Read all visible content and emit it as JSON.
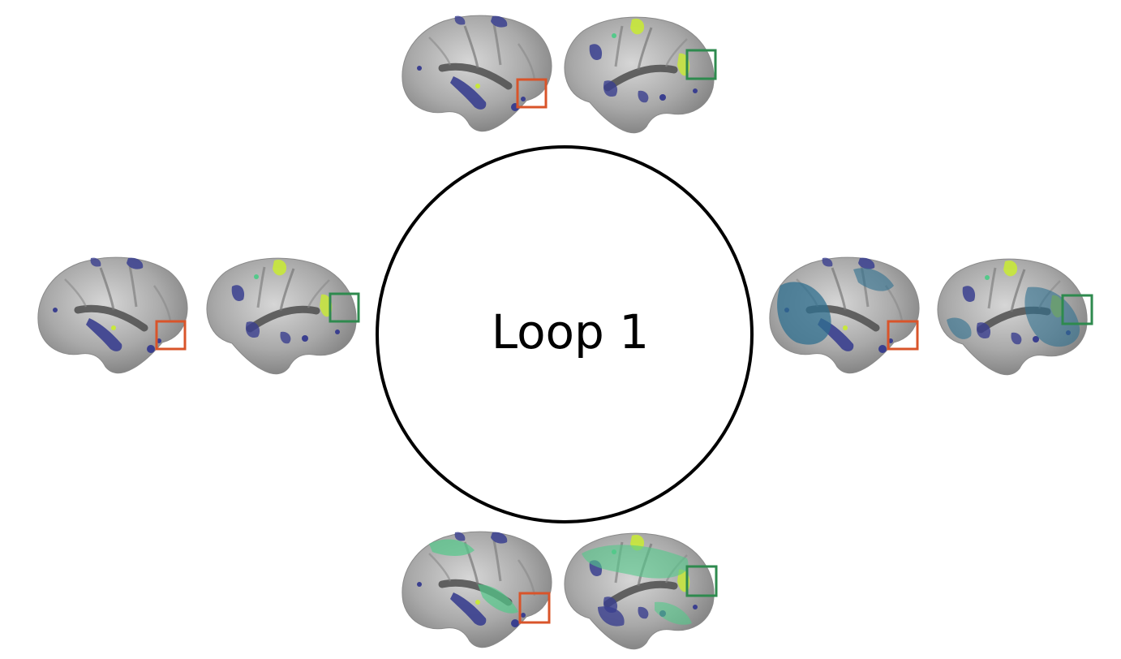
{
  "center": {
    "label": "Loop 1",
    "stroke_color": "#000000"
  },
  "colors": {
    "cortex": "#a7a7a7",
    "cortex_dark": "#6e6e6e",
    "fold": "#4d4d4d",
    "activation_blue": "#3a3f8f",
    "activation_teal": "#2f6f8f",
    "activation_green": "#54c98a",
    "activation_yellow": "#c8e83a",
    "roi_orange": "#d9542a",
    "roi_green": "#2e8a4e"
  },
  "nodes": [
    {
      "position": "top",
      "left_hemisphere": "lateral-left",
      "right_hemisphere": "lateral-right",
      "left_roi": "orange",
      "right_roi": "green"
    },
    {
      "position": "left",
      "left_hemisphere": "lateral-left",
      "right_hemisphere": "lateral-right",
      "left_roi": "orange",
      "right_roi": "green"
    },
    {
      "position": "right",
      "left_hemisphere": "lateral-left",
      "right_hemisphere": "lateral-right",
      "left_roi": "orange",
      "right_roi": "green"
    },
    {
      "position": "bottom",
      "left_hemisphere": "lateral-left",
      "right_hemisphere": "lateral-right",
      "left_roi": "orange",
      "right_roi": "green"
    }
  ]
}
